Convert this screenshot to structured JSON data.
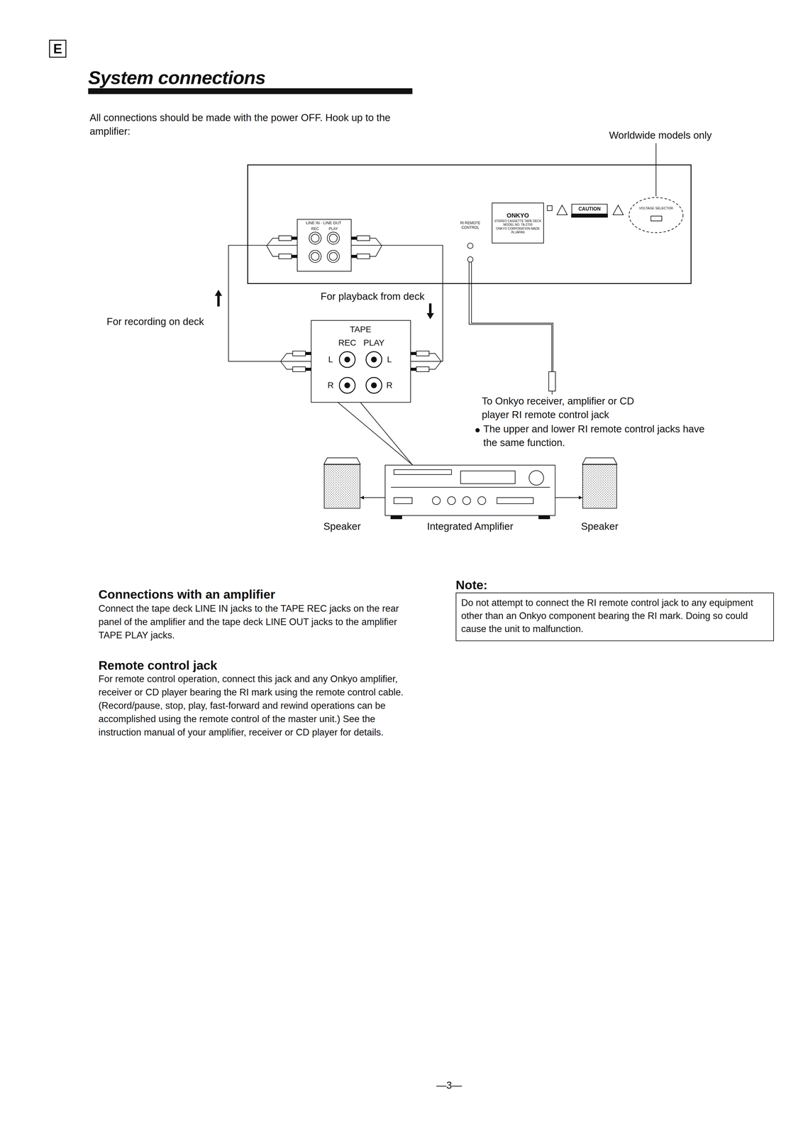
{
  "diagram": {
    "title": "System connections",
    "nodes": [
      {
        "text": [
          "E"
        ]
      },
      {
        "text": [
          "RI REMOTE CONTROL"
        ]
      },
      {
        "text": [
          "LINE IN · LINE OUT",
          "REC",
          "PLAY"
        ],
        "in": 1
      },
      {
        "text": [
          "ONKYO",
          "STEREO CASSETTE TAPE DECK MODEL NO. TA-2700",
          "ONKYO CORPORATION MADE IN JAPAN"
        ],
        "in": 1
      },
      {
        "text": [
          "CAUTION"
        ],
        "in": 1
      },
      {
        "text": [
          "VOLTAGE SELECTOR"
        ],
        "in": 1
      },
      {
        "text": [
          "TAPE",
          "REC",
          "PLAY",
          "L",
          "R",
          "L",
          "R"
        ]
      },
      {
        "text": [
          "Speaker"
        ]
      },
      {
        "text": [
          "Integrated Amplifier"
        ]
      },
      {
        "text": [
          "Speaker"
        ]
      },
      {
        "text": [
          "Note:",
          "Do not attempt to connect the RI remote control jack to any equipment other than an Onkyo component bearing the RI mark. Doing so could cause the unit to malfunction."
        ]
      }
    ],
    "edges": [
      {
        "from": 2,
        "to": 6,
        "arrow": "none"
      },
      {
        "from": 2,
        "to": 6,
        "arrow": "none"
      },
      {
        "from": 6,
        "to": 8,
        "arrow": "none"
      },
      {
        "from": 8,
        "to": 7,
        "arrow": "to"
      },
      {
        "from": 8,
        "to": 9,
        "arrow": "to"
      }
    ],
    "labels": [
      "All connections should be made with the power OFF. Hook up to the amplifier:",
      "Worldwide models only",
      "For playback from deck",
      "For recording on deck",
      "To Onkyo receiver, amplifier or CD player RI remote control jack",
      "The upper and lower RI remote control jacks have the same function.",
      "Connections with an amplifier",
      "Connect the tape deck LINE IN jacks to the TAPE REC jacks on the rear panel of the amplifier and the tape deck LINE OUT jacks to the amplifier TAPE PLAY jacks.",
      "Remote control jack",
      "For remote control operation, connect this jack and any Onkyo amplifier, receiver or CD player bearing the RI mark using the remote control cable. (Record/pause, stop, play, fast-forward and rewind operations can be accomplished using the remote control of the master unit.) See the instruction manual of your amplifier, receiver or CD player for details.",
      "—3—"
    ]
  }
}
